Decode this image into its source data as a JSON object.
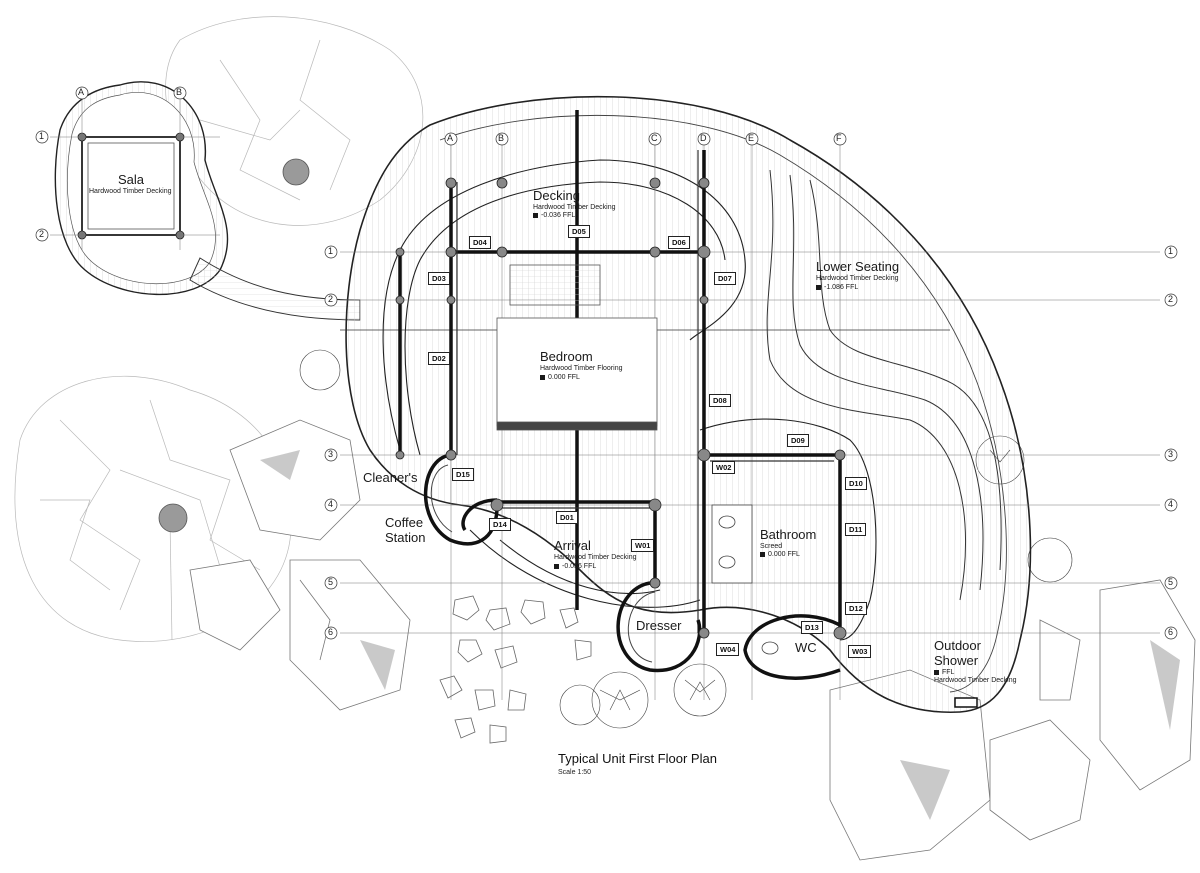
{
  "drawing": {
    "title": "Typical Unit First Floor Plan",
    "scale": "Scale 1:50"
  },
  "rooms": {
    "sala": {
      "name": "Sala",
      "finish": "Hardwood Timber Decking"
    },
    "decking": {
      "name": "Decking",
      "finish": "Hardwood Timber Decking",
      "level": "-0.036 FFL"
    },
    "lower_seating": {
      "name": "Lower Seating",
      "finish": "Hardwood Timber Decking",
      "level": "-1.086 FFL"
    },
    "bedroom": {
      "name": "Bedroom",
      "finish": "Hardwood Timber Flooring",
      "level": "0.000 FFL"
    },
    "cleaners": {
      "name": "Cleaner's"
    },
    "coffee": {
      "name_line1": "Coffee",
      "name_line2": "Station"
    },
    "arrival": {
      "name": "Arrival",
      "finish": "Hardwood Timber Decking",
      "level": "-0.036 FFL"
    },
    "bathroom": {
      "name": "Bathroom",
      "finish": "Screed",
      "level": "0.000 FFL"
    },
    "dresser": {
      "name": "Dresser"
    },
    "wc": {
      "name": "WC"
    },
    "outdoor_shower": {
      "name_line1": "Outdoor",
      "name_line2": "Shower",
      "level": "FFL",
      "finish": "Hardwood Timber Decking"
    }
  },
  "doors": [
    "D01",
    "D02",
    "D03",
    "D04",
    "D05",
    "D06",
    "D07",
    "D08",
    "D09",
    "D10",
    "D11",
    "D12",
    "D13",
    "D14",
    "D15"
  ],
  "windows": [
    "W01",
    "W02",
    "W03",
    "W04"
  ],
  "grid": {
    "sala_letters": [
      "A",
      "B"
    ],
    "sala_numbers": [
      "1",
      "2"
    ],
    "letters": [
      "A",
      "B",
      "C",
      "D",
      "E",
      "F"
    ],
    "numbers": [
      "1",
      "2",
      "3",
      "4",
      "5",
      "6"
    ]
  }
}
